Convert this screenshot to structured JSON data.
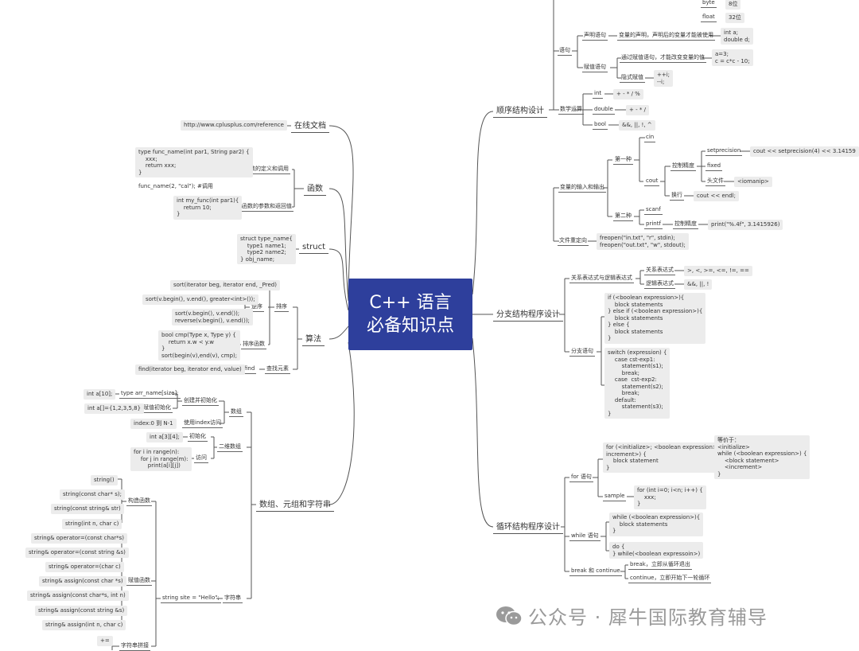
{
  "root": {
    "line1": "C++ 语言",
    "line2": "必备知识点"
  },
  "left": {
    "docs": {
      "title": "在线文档",
      "url": "http://www.cplusplus.com/reference"
    },
    "func": {
      "title": "函数",
      "def": "函数的定义和调用",
      "def_code": "type func_name(int par1, String par2) {\n    xxx;\n    return xxx;\n}",
      "call_code": "func_name(2, \"cal\"); #调用",
      "param": "函数的参数和返回值",
      "param_code": "int my_func(int par1){\n    return 10;\n}"
    },
    "struct": {
      "title": "struct",
      "code": "struct type_name{\n    type1 name1;\n    type2 name2;\n} obj_name;"
    },
    "algo": {
      "title": "算法",
      "sort": "排序",
      "sort_proto": "sort(iterator beg, iterator end, _Pred)",
      "reverse": "逆序",
      "rev1": "sort(v.begin(), v.end(), greater<int>());",
      "rev2": "sort(v.begin(), v.end());\nreverse(v.begin(), v.end());",
      "cmp": "排序函数",
      "cmp_code": "bool cmp(Type x, Type y) {\n    return x.w < y.w\n}\nsort(begin(v),end(v), cmp);",
      "find": "查找元素",
      "find_short": "find",
      "find_code": "find(iterator beg, iterator end, value)"
    },
    "arrays": {
      "title": "数组、元组和字符串",
      "array": "数组",
      "create": "创建并初始化",
      "decl": "int a[10];",
      "decl_type": "type arr_name[size];",
      "init": "赋值初始化",
      "init_code": "int a[]={1,2,3,5,8}",
      "index": "使用index访问",
      "index_range": "index:0 到 N-1",
      "twod": "二维数组",
      "twod_init": "初始化",
      "twod_init_code": "int a[3][4];",
      "twod_access": "访问",
      "twod_access_code": "for i in range(n):\n    for j in range(m):\n        print(a[i][j])",
      "string": "字符串",
      "string_decl": "string site = \"Hello\";",
      "ctor": "构造函数",
      "ctors": [
        "string()",
        "string(const char* s);",
        "string(const string& str)",
        "string(int n, char c)"
      ],
      "assign": "赋值函数",
      "assigns": [
        "string& operator=(const char*s)",
        "string& operator=(const string &s)",
        "string& operator=(char c)",
        "string& assign(const char *s)",
        "string& assign(const char*s, int n)",
        "string& assign(const string &s)",
        "string& assign(int n, char c)"
      ],
      "concat": "字符串拼接",
      "concat_op": "+="
    }
  },
  "right": {
    "seq": {
      "title": "顺序结构设计",
      "stmt": "语句",
      "types_byte": "byte",
      "types_byte_v": "8位",
      "types_float": "float",
      "types_float_v": "32位",
      "decl": "声明语句",
      "decl_desc": "变量的声明，声明后的变量才能被使用",
      "decl_code": "int a;\ndouble d;",
      "assign": "赋值语句",
      "assign_desc": "通过赋值语句，才能改变变量的值",
      "assign_code": "a=3;\nc = c*c - 10;",
      "implicit": "隐式赋值",
      "implicit_code": "++i;\n--i;",
      "ops": "数学运算",
      "op_int": "int",
      "op_int_v": "+ - * / %",
      "op_double": "double",
      "op_double_v": "+ - * /",
      "op_bool": "bool",
      "op_bool_v": "&&, ||, !, ^",
      "io": "变量的输入和输出",
      "io_first": "第一种",
      "cin": "cin",
      "cout": "cout",
      "ctrl": "控制精度",
      "setprecision": "setprecision",
      "setprecision_code": "cout << setprecision(4) << 3.14159",
      "fixed": "fixed",
      "header": "头文件",
      "header_code": "<iomanip>",
      "newline": "换行",
      "newline_code": "cout << endl;",
      "io_second": "第二种",
      "scanf": "scanf",
      "printf": "printf",
      "ctrl2": "控制精度",
      "printf_code": "print(\"%.4f\", 3.1415926)",
      "redirect": "文件重定向",
      "redirect_code": "freopen(\"in.txt\", \"r\", stdin);\nfreopen(\"out.txt\", \"w\", stdout);"
    },
    "branch": {
      "title": "分支结构程序设计",
      "rel": "关系表达式与逻辑表达式",
      "rel_expr": "关系表达式",
      "rel_ops": ">, <, >=, <=, !=, ==",
      "logic_expr": "逻辑表达式",
      "logic_ops": "&&, ||, !",
      "stmt": "分支语句",
      "if_code": "if (<boolean expression>){\n    block statements\n} else if (<boolean expression>){\n    block statements\n} else {\n    block statements\n}",
      "switch_code": "switch (expression) {\n    case cst-exp1:\n        statement(s1);\n        break;\n    case  cst-exp2:\n        statement(s2);\n        break;\n    default:\n        statement(s3);\n}"
    },
    "loop": {
      "title": "循环结构程序设计",
      "for": "for 语句",
      "for_code": "for (<initialize>; <boolean expression>; <\nincrement>) {\n    block statement\n}",
      "equiv_code": "等价于：\n<initialize>\nwhile (<boolean expression>) {\n    <block statement>\n    <increment>\n}",
      "sample": "sample",
      "sample_code": "for (int i=0; i<n; i++) {\n    xxx;\n}",
      "while": "while 语句",
      "while_code": "while (<boolean expression>){\n    block statements\n}",
      "dowhile_code": "do {\n} while(<boolean expressoin>)",
      "brk": "break 和 continue",
      "brk_desc": "break，立即从循环退出",
      "cont_desc": "continue，立即开始下一轮循环"
    }
  },
  "watermark": {
    "text": "公众号 · 犀牛国际教育辅导"
  },
  "colors": {
    "root_bg": "#2e3f9c",
    "node_bg": "#ececec",
    "line": "#555555"
  }
}
